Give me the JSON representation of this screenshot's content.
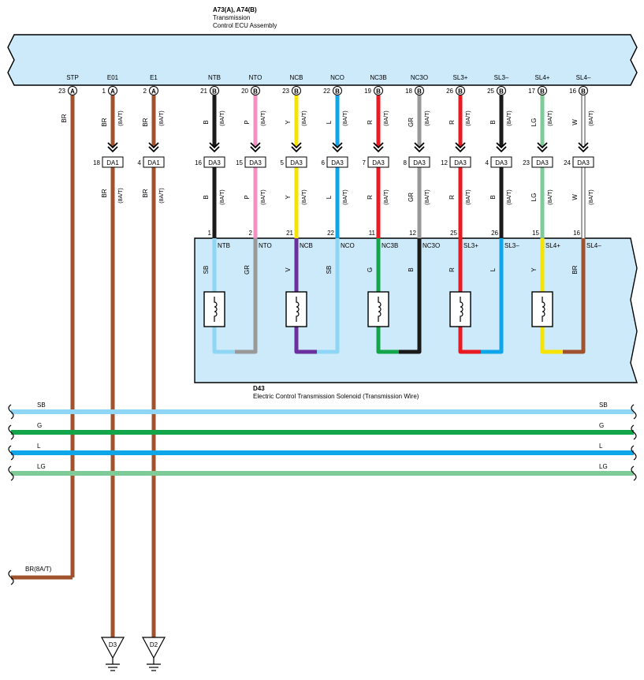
{
  "ecu": {
    "connector_title": "A73(A), A74(B)",
    "name_line1": "Transmission",
    "name_line2": "Control ECU Assembly"
  },
  "solenoid": {
    "id": "D43",
    "name": "Electric Control Transmission Solenoid (Transmission Wire)"
  },
  "colors": {
    "BR": "#a0522d",
    "B": "#1a1a1a",
    "P": "#f48fc4",
    "Y": "#f5e400",
    "L": "#0ea5e9",
    "R": "#e81b23",
    "GR": "#999999",
    "LG": "#7ecb98",
    "W": "#ffffff",
    "SB": "#8fd6f5",
    "G": "#12a54a",
    "V": "#6b2fa0",
    "ecu_fill": "#cdeafa",
    "solenoid_fill": "#cdeafa"
  },
  "note_8at": "(8A/T)",
  "terminals": [
    {
      "name": "STP",
      "pin": "23",
      "conn": "A",
      "wire": "BR",
      "junction": null
    },
    {
      "name": "E01",
      "pin": "1",
      "conn": "A",
      "wire": "BR",
      "junction": {
        "left": "18",
        "label": "DA1",
        "right": null
      }
    },
    {
      "name": "E1",
      "pin": "2",
      "conn": "A",
      "wire": "BR",
      "junction": {
        "left": "4",
        "label": "DA1",
        "right": null
      }
    },
    {
      "name": "NTB",
      "pin": "21",
      "conn": "B",
      "wire": "B",
      "junction": {
        "left": "16",
        "label": "DA3",
        "right": null
      },
      "sol_pin": "1",
      "sol_name": "NTB",
      "sol_wire": "SB"
    },
    {
      "name": "NTO",
      "pin": "20",
      "conn": "B",
      "wire": "P",
      "junction": {
        "left": "15",
        "label": "DA3",
        "right": null
      },
      "sol_pin": "2",
      "sol_name": "NTO",
      "sol_wire": "GR"
    },
    {
      "name": "NCB",
      "pin": "23",
      "conn": "B",
      "wire": "Y",
      "junction": {
        "left": "5",
        "label": "DA3",
        "right": null
      },
      "sol_pin": "21",
      "sol_name": "NCB",
      "sol_wire": "V"
    },
    {
      "name": "NCO",
      "pin": "22",
      "conn": "B",
      "wire": "L",
      "junction": {
        "left": "6",
        "label": "DA3",
        "right": null
      },
      "sol_pin": "22",
      "sol_name": "NCO",
      "sol_wire": "SB"
    },
    {
      "name": "NC3B",
      "pin": "19",
      "conn": "B",
      "wire": "R",
      "junction": {
        "left": "7",
        "label": "DA3",
        "right": null
      },
      "sol_pin": "11",
      "sol_name": "NC3B",
      "sol_wire": "G"
    },
    {
      "name": "NC3O",
      "pin": "18",
      "conn": "B",
      "wire": "GR",
      "junction": {
        "left": "8",
        "label": "DA3",
        "right": null
      },
      "sol_pin": "12",
      "sol_name": "NC3O",
      "sol_wire": "B"
    },
    {
      "name": "SL3+",
      "pin": "26",
      "conn": "B",
      "wire": "R",
      "junction": {
        "left": "12",
        "label": "DA3",
        "right": null
      },
      "sol_pin": "25",
      "sol_name": "SL3+",
      "sol_wire": "R"
    },
    {
      "name": "SL3–",
      "pin": "25",
      "conn": "B",
      "wire": "B",
      "junction": {
        "left": "4",
        "label": "DA3",
        "right": null
      },
      "sol_pin": "26",
      "sol_name": "SL3–",
      "sol_wire": "L"
    },
    {
      "name": "SL4+",
      "pin": "17",
      "conn": "B",
      "wire": "LG",
      "junction": {
        "left": "23",
        "label": "DA3",
        "right": null
      },
      "sol_pin": "15",
      "sol_name": "SL4+",
      "sol_wire": "Y"
    },
    {
      "name": "SL4–",
      "pin": "16",
      "conn": "B",
      "wire": "W",
      "junction": {
        "left": "24",
        "label": "DA3",
        "right": null
      },
      "sol_pin": "16",
      "sol_name": "SL4–",
      "sol_wire": "BR"
    }
  ],
  "buses": [
    {
      "code": "SB"
    },
    {
      "code": "G"
    },
    {
      "code": "L"
    },
    {
      "code": "LG"
    }
  ],
  "stp_output_label": "BR(8A/T)",
  "grounds": [
    "D3",
    "D2"
  ]
}
